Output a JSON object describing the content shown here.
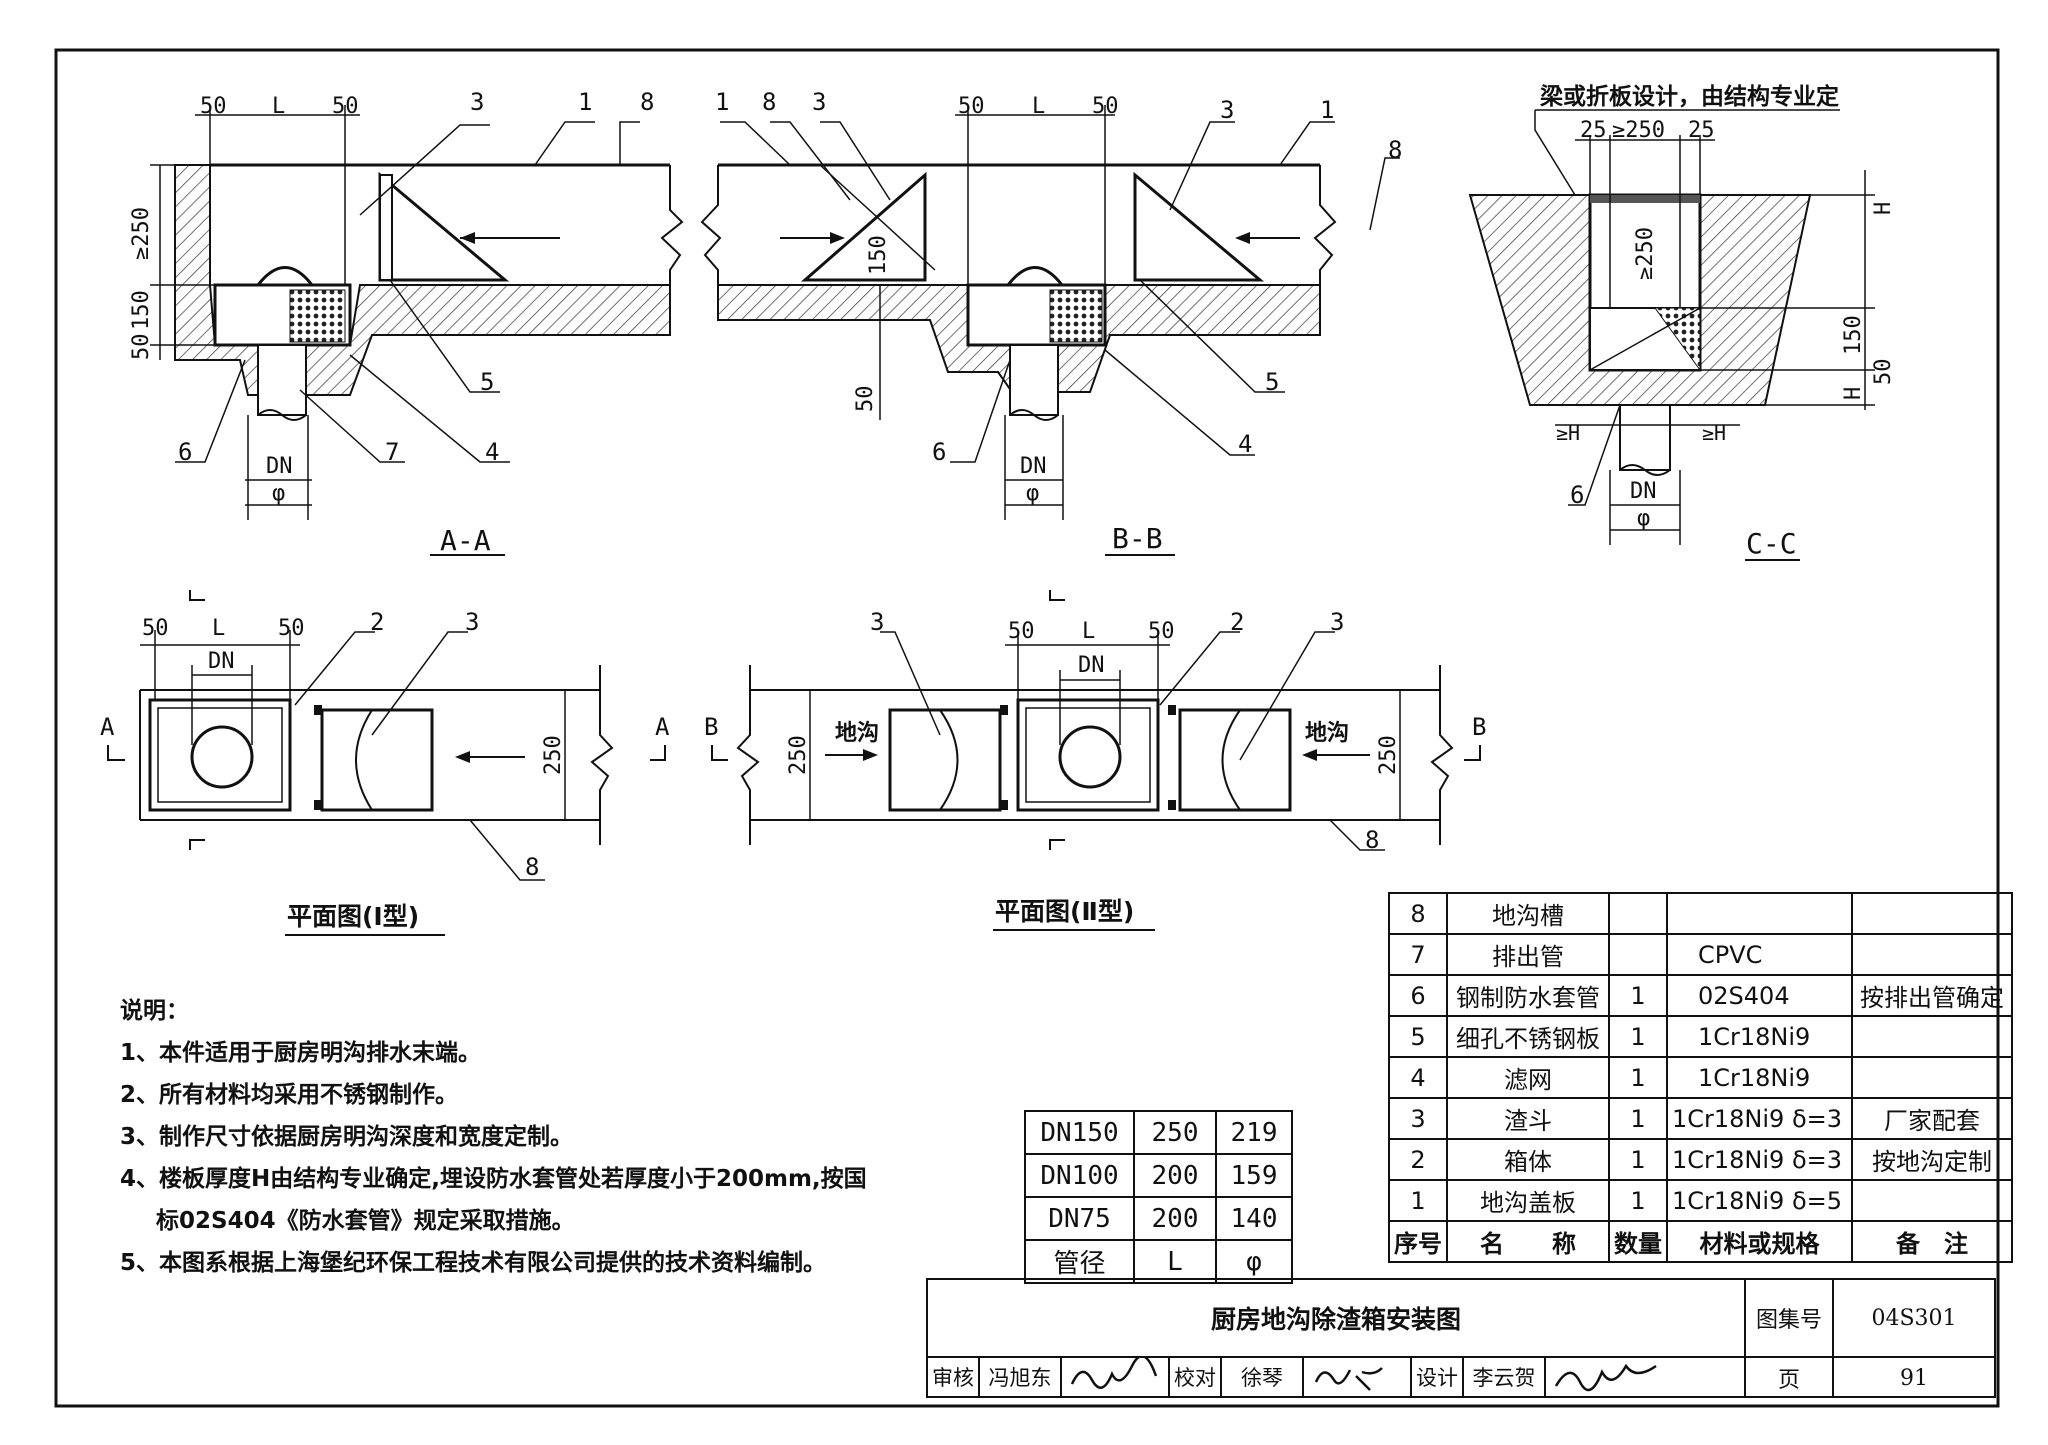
{
  "drawing": {
    "title": "厨房地沟除渣箱安装图",
    "atlas_label": "图集号",
    "atlas_no": "04S301",
    "page_label": "页",
    "page_no": "91",
    "reviewer_label": "审核",
    "reviewer": "冯旭东",
    "checker_label": "校对",
    "checker": "徐琴",
    "designer_label": "设计",
    "designer": "李云贺"
  },
  "sections": {
    "aa_caption": "A-A",
    "bb_caption": "B-B",
    "cc_caption": "C-C",
    "cc_note": "梁或折板设计，由结构专业定",
    "plan1_caption": "平面图(Ⅰ型)",
    "plan2_caption": "平面图(Ⅱ型)",
    "channel_label": "地沟"
  },
  "dims": {
    "d50": "50",
    "dL": "L",
    "d250": "250",
    "dge250": "≥250",
    "d150": "150",
    "dDN": "DN",
    "dphi": "φ",
    "d25": "25",
    "dH": "H",
    "dgeH": "≥H",
    "secA": "A",
    "secB": "B"
  },
  "notes": {
    "heading": "说明：",
    "items": [
      "1、本件适用于厨房明沟排水末端。",
      "2、所有材料均采用不锈钢制作。",
      "3、制作尺寸依据厨房明沟深度和宽度定制。",
      "4、楼板厚度H由结构专业确定,埋设防水套管处若厚度小于200mm,按国",
      "标02S404《防水套管》规定采取措施。",
      "5、本图系根据上海堡纪环保工程技术有限公司提供的技术资料编制。"
    ]
  },
  "dn_table": {
    "rows": [
      [
        "DN150",
        "250",
        "219"
      ],
      [
        "DN100",
        "200",
        "159"
      ],
      [
        "DN75",
        "200",
        "140"
      ],
      [
        "管径",
        "L",
        "φ"
      ]
    ]
  },
  "bom": {
    "rows": [
      [
        "8",
        "地沟槽",
        "",
        "",
        ""
      ],
      [
        "7",
        "排出管",
        "",
        "CPVC",
        ""
      ],
      [
        "6",
        "钢制防水套管",
        "1",
        "02S404",
        "按排出管确定"
      ],
      [
        "5",
        "细孔不锈钢板",
        "1",
        "1Cr18Ni9",
        ""
      ],
      [
        "4",
        "滤网",
        "1",
        "1Cr18Ni9",
        ""
      ],
      [
        "3",
        "渣斗",
        "1",
        "1Cr18Ni9 δ=3",
        "厂家配套"
      ],
      [
        "2",
        "箱体",
        "1",
        "1Cr18Ni9 δ=3",
        "按地沟定制"
      ],
      [
        "1",
        "地沟盖板",
        "1",
        "1Cr18Ni9 δ=5",
        ""
      ]
    ],
    "header": [
      "序号",
      "名　　称",
      "数量",
      "材料或规格",
      "备　注"
    ]
  }
}
